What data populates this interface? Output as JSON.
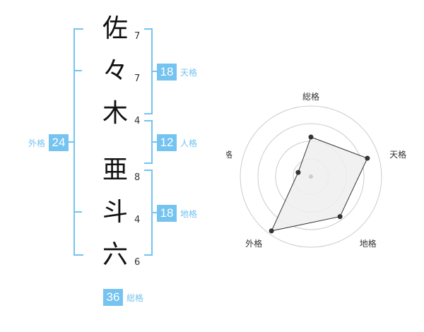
{
  "name": {
    "chars": [
      {
        "char": "佐",
        "strokes": "7"
      },
      {
        "char": "々",
        "strokes": "7"
      },
      {
        "char": "木",
        "strokes": "4"
      },
      {
        "char": "亜",
        "strokes": "8"
      },
      {
        "char": "斗",
        "strokes": "4"
      },
      {
        "char": "六",
        "strokes": "6"
      }
    ]
  },
  "kaku": {
    "tenkaku": {
      "value": "18",
      "label": "天格"
    },
    "jinkaku": {
      "value": "12",
      "label": "人格"
    },
    "chikaku": {
      "value": "18",
      "label": "地格"
    },
    "gaikaku": {
      "value": "24",
      "label": "外格"
    },
    "soukaku": {
      "value": "36",
      "label": "総格"
    }
  },
  "colors": {
    "accent": "#74c3f0",
    "radar_fill": "#eeeeee",
    "radar_line": "#333333",
    "grid": "#cccccc"
  },
  "chart_data": {
    "type": "radar",
    "axes": [
      "総格",
      "天格",
      "地格",
      "外格",
      "人格"
    ],
    "values": [
      0.56,
      0.84,
      0.7,
      0.95,
      0.19
    ],
    "max": 1,
    "rings": 4
  }
}
